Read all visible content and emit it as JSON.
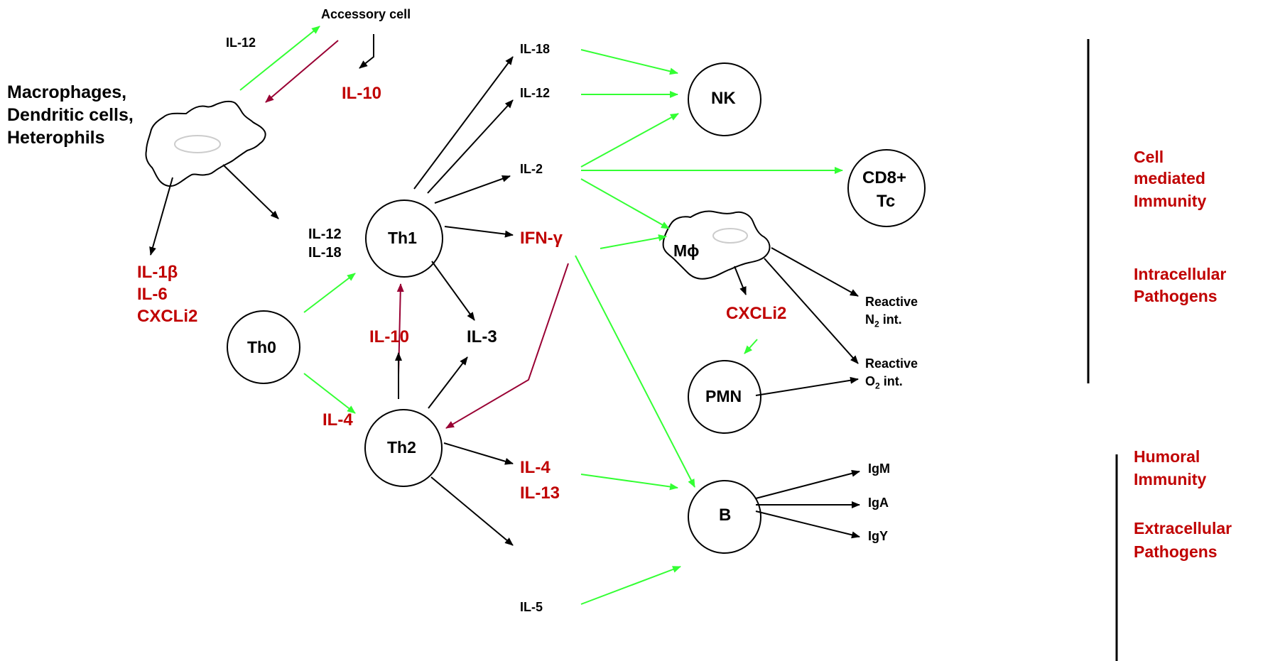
{
  "colors": {
    "black": "#000000",
    "red": "#c00000",
    "green": "#33ff33",
    "maroon": "#990033"
  },
  "nodes": {
    "th0": "Th0",
    "th1": "Th1",
    "th2": "Th2",
    "nk": "NK",
    "cd8_line1": "CD8+",
    "cd8_line2": "Tc",
    "b": "B",
    "pmn": "PMN",
    "mphi": "Mϕ"
  },
  "labels": {
    "accessory_cell": "Accessory cell",
    "il12_top": "IL-12",
    "il10_accessory": "IL-10",
    "macrophages_line1": "Macrophages,",
    "macrophages_line2": "Dendritic cells,",
    "macrophages_line3": "Heterophils",
    "il1b": "IL-1β",
    "il6": "IL-6",
    "cxcli2_left": "CXCLi2",
    "il12_il18_line1": "IL-12",
    "il12_il18_line2": "IL-18",
    "il10_th": "IL-10",
    "il3": "IL-3",
    "il4_left": "IL-4",
    "il18_right": "IL-18",
    "il12_right": "IL-12",
    "il2": "IL-2",
    "ifn_gamma": "IFN-γ",
    "cxcli2_right": "CXCLi2",
    "reactive_n2_line1": "Reactive",
    "reactive_n2_line2_main": "N",
    "reactive_n2_line2_sub": "2",
    "reactive_n2_line2_rest": " int.",
    "reactive_o2_line1": "Reactive",
    "reactive_o2_line2_main": "O",
    "reactive_o2_line2_sub": "2",
    "reactive_o2_line2_rest": " int.",
    "il4_th2": "IL-4",
    "il13": "IL-13",
    "il5": "IL-5",
    "igm": "IgM",
    "iga": "IgA",
    "igy": "IgY"
  },
  "sidebar": {
    "cell_mediated_line1": "Cell",
    "cell_mediated_line2": "mediated",
    "cell_mediated_line3": "Immunity",
    "intracellular_line1": "Intracellular",
    "intracellular_line2": "Pathogens",
    "humoral_line1": "Humoral",
    "humoral_line2": "Immunity",
    "extracellular_line1": "Extracellular",
    "extracellular_line2": "Pathogens"
  }
}
